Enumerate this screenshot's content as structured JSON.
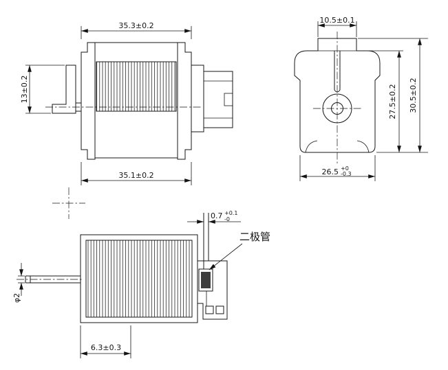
{
  "drawing": {
    "kind": "solenoid-technical-drawing",
    "colors": {
      "line": "#141414",
      "background": "#ffffff"
    },
    "views": {
      "side": {
        "dim_top": "35.3±0.2",
        "dim_bottom": "35.1±0.2",
        "dim_bracket_height": "13±0.2"
      },
      "end": {
        "dim_tab_width": "10.5±0.1",
        "dim_body_height": "27.5±0.2",
        "dim_overall_height": "30.5±0.2",
        "dim_width": "26.5",
        "dim_width_tol_up": "+0",
        "dim_width_tol_dn": "-0.3"
      },
      "section": {
        "dim_lead": "0.7",
        "dim_lead_tol_up": "+0.1",
        "dim_lead_tol_dn": "-0",
        "dim_rod_dia": "φ2",
        "dim_bottom": "6.3±0.3",
        "diode_label": "二极管"
      }
    }
  }
}
